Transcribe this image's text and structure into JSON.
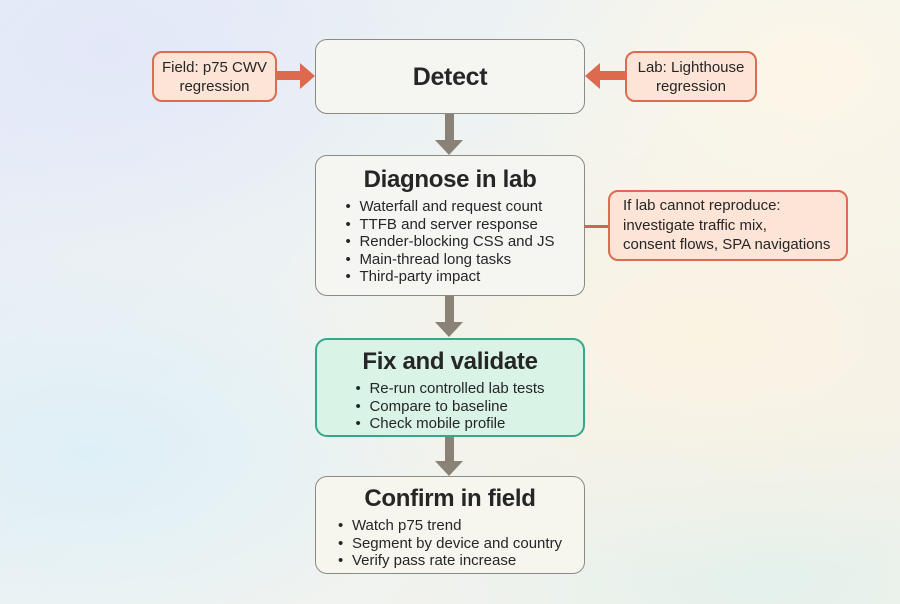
{
  "flow": {
    "detect": {
      "title": "Detect"
    },
    "field_note": {
      "lines": [
        "Field: p75 CWV",
        "regression"
      ]
    },
    "lab_note": {
      "lines": [
        "Lab: Lighthouse",
        "regression"
      ]
    },
    "diagnose": {
      "title": "Diagnose in lab",
      "bullets": [
        "Waterfall and request count",
        "TTFB and server response",
        "Render-blocking CSS and JS",
        "Main-thread long tasks",
        "Third-party impact"
      ]
    },
    "reproduce_note": {
      "lines": [
        "If lab cannot reproduce:",
        "investigate traffic mix,",
        "consent flows, SPA navigations"
      ]
    },
    "fix": {
      "title": "Fix and validate",
      "bullets": [
        "Re-run controlled lab tests",
        "Compare to baseline",
        "Check mobile profile"
      ]
    },
    "confirm": {
      "title": "Confirm in field",
      "bullets": [
        "Watch p75 trend",
        "Segment by device and country",
        "Verify pass rate increase"
      ]
    }
  },
  "colors": {
    "accent_red": "#dd6a4e",
    "connector_red": "#c8685a",
    "note_fill": "#fce4d6",
    "note_border": "#dd6b51",
    "box_fill": "#f5f6f2",
    "box_border": "#8b8b83",
    "confirm_fill": "#f6f5ee",
    "green_fill": "#d9f3e6",
    "green_border": "#35a78c",
    "arrow_gray": "#8a8277",
    "text": "#262626"
  }
}
